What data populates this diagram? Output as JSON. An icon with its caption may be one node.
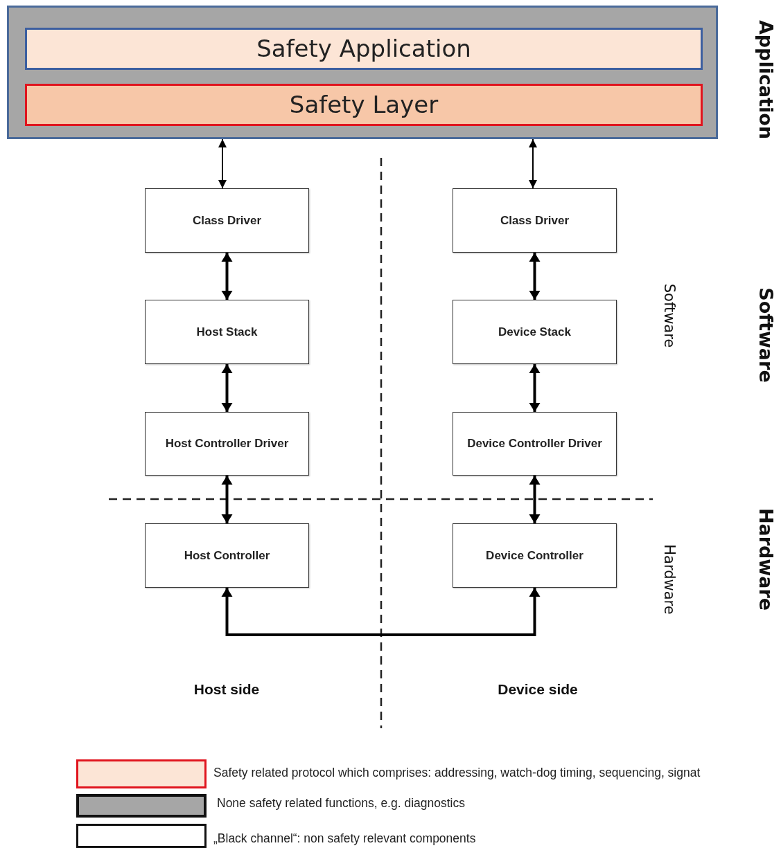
{
  "diagram": {
    "nodes": [
      {
        "text": [],
        "shape": "box"
      },
      {
        "text": [
          "Safety Application"
        ],
        "in": 0
      },
      {
        "text": [
          "Safety Layer"
        ],
        "in": 0
      },
      {
        "text": [
          "Class Driver"
        ]
      },
      {
        "text": [
          "Host Stack"
        ]
      },
      {
        "text": [
          "Host Controller Driver"
        ]
      },
      {
        "text": [
          "Host Controller"
        ]
      },
      {
        "text": [
          "Class Driver"
        ]
      },
      {
        "text": [
          "Device Stack"
        ]
      },
      {
        "text": [
          "Device Controller Driver"
        ]
      },
      {
        "text": [
          "Device Controller"
        ]
      }
    ],
    "edges": [
      {
        "from": 0,
        "to": 3,
        "arrow": "both"
      },
      {
        "from": 3,
        "to": 4,
        "arrow": "both"
      },
      {
        "from": 4,
        "to": 5,
        "arrow": "both"
      },
      {
        "from": 5,
        "to": 6,
        "arrow": "both"
      },
      {
        "from": 0,
        "to": 7,
        "arrow": "both"
      },
      {
        "from": 7,
        "to": 8,
        "arrow": "both"
      },
      {
        "from": 8,
        "to": 9,
        "arrow": "both"
      },
      {
        "from": 9,
        "to": 10,
        "arrow": "both"
      },
      {
        "from": 6,
        "to": 10,
        "arrow": "both"
      }
    ],
    "labels": [
      "Application",
      "Software",
      "Software",
      "Hardware",
      "Hardware",
      "Host side",
      "Device side"
    ],
    "legend": [
      {
        "text": "Safety related protocol which comprises: addressing, watch-dog timing, sequencing, signat",
        "color": "#fce5d6"
      },
      {
        "text": "None safety related functions, e.g. diagnostics",
        "color": "#a6a6a6"
      },
      {
        "text": "„Black channel“: non safety relevant components",
        "color": "#ffffff"
      }
    ]
  }
}
